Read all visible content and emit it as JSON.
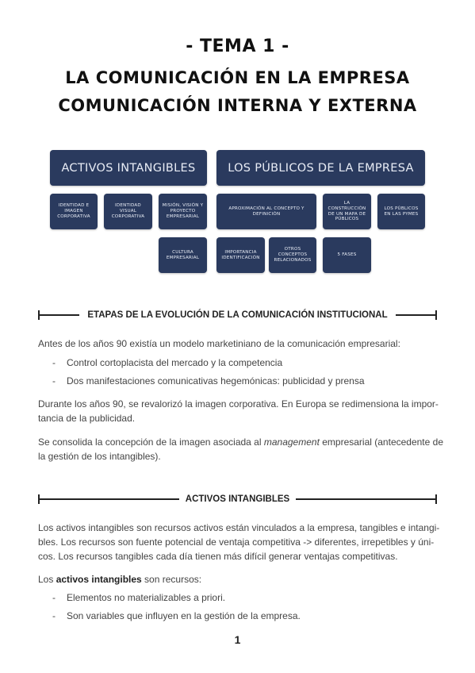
{
  "header": {
    "line1": "- TEMA 1 -",
    "line2": "LA COMUNICACIÓN EN LA EMPRESA",
    "line3": "COMUNICACIÓN INTERNA Y EXTERNA"
  },
  "diagram": {
    "left_title": "ACTIVOS INTANGIBLES",
    "right_title": "LOS PÚBLICOS DE LA EMPRESA",
    "left_items": [
      "IDENTIDAD E IMAGEN CORPORATIVA",
      "IDENTIDAD VISUAL CORPORATIVA",
      "MISIÓN, VISIÓN Y PROYECTO EMPRESARIAL",
      "CULTURA EMPRESARIAL"
    ],
    "right_items": [
      "APROXIMACIÓN AL CONCEPTO Y DEFINICIÓN",
      "LA CONSTRUCCIÓN DE UN MAPA DE PÚBLICOS",
      "LOS PÚBLICOS EN LAS PYMES",
      "IMPORTANCIA IDENTIFICACIÓN",
      "OTROS CONCEPTOS RELACIONADOS",
      "5 FASES"
    ]
  },
  "section1": {
    "heading": "ETAPAS DE LA EVOLUCIÓN DE LA COMUNICACIÓN INSTITUCIONAL",
    "p1": "Antes de los años 90 existía un modelo marketiniano de la comunicación empresarial:",
    "bullets": [
      "Control cortoplacista del mercado y la competencia",
      "Dos manifestaciones comunicativas hegemónicas: publicidad y prensa"
    ],
    "p2_line1": "Durante los años 90, se revalorizó la imagen corporativa. En Europa se redimensiona la impor-",
    "p2_line2": "tancia de la publicidad.",
    "p3_pre": "Se consolida la concepción de la imagen asociada al ",
    "p3_em": "management",
    "p3_post": " empresarial (antecedente de",
    "p3_line2": "la gestión de los intangibles)."
  },
  "section2": {
    "heading": "ACTIVOS INTANGIBLES",
    "p1_line1": "Los activos intangibles son recursos activos están vinculados a la empresa, tangibles e intangi-",
    "p1_line2": "bles. Los recursos son fuente potencial de ventaja competitiva -> diferentes, irrepetibles y úni-",
    "p1_line3": "cos. Los recursos tangibles cada día tienen más difícil generar ventajas competitivas.",
    "p2_pre": "Los ",
    "p2_bold": "activos intangibles",
    "p2_post": " son recursos:",
    "bullets": [
      "Elementos no materializables a priori.",
      "Son variables que influyen en la gestión de la empresa."
    ]
  },
  "footer": {
    "page_number": "1"
  }
}
